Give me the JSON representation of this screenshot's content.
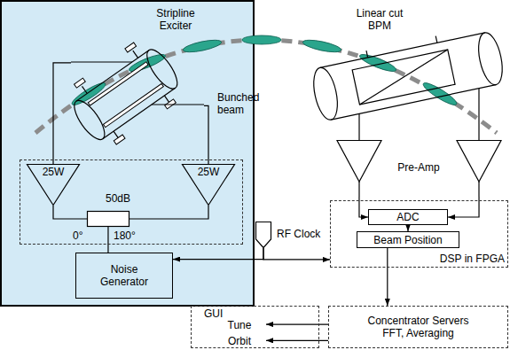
{
  "diagram": {
    "nodes": [
      {
        "text": [
          "Stripline Exciter"
        ]
      },
      {
        "text": [
          "Linear cut BPM"
        ]
      },
      {
        "text": [
          "50dB"
        ]
      },
      {
        "text": [
          "25W"
        ],
        "in": 2
      },
      {
        "text": [
          "25W"
        ],
        "in": 2
      },
      {
        "text": [
          "0°",
          "180°"
        ],
        "in": 2
      },
      {
        "text": [
          "Pre-Amp"
        ]
      },
      {
        "text": [
          "RF Clock"
        ]
      },
      {
        "text": [
          "DSP in FPGA"
        ]
      },
      {
        "text": [
          "ADC"
        ],
        "in": 8
      },
      {
        "text": [
          "Beam Position"
        ],
        "in": 8
      },
      {
        "text": [
          "Noise Generator"
        ]
      },
      {
        "text": [
          "GUI"
        ]
      },
      {
        "text": [
          "Tune"
        ],
        "in": 12
      },
      {
        "text": [
          "Orbit"
        ],
        "in": 12
      },
      {
        "text": [
          "Concentrator Servers",
          "FFT, Averaging"
        ]
      }
    ],
    "edges": [
      {
        "from": 11,
        "to": 5,
        "arrow": "none"
      },
      {
        "from": 5,
        "to": 3,
        "arrow": "none"
      },
      {
        "from": 5,
        "to": 4,
        "arrow": "none"
      },
      {
        "from": 3,
        "to": 0,
        "arrow": "none"
      },
      {
        "from": 4,
        "to": 0,
        "arrow": "none"
      },
      {
        "from": 1,
        "to": 6,
        "arrow": "none"
      },
      {
        "from": 1,
        "to": 6,
        "arrow": "none"
      },
      {
        "from": 6,
        "to": 9,
        "arrow": "to"
      },
      {
        "from": 6,
        "to": 9,
        "arrow": "to"
      },
      {
        "from": 9,
        "to": 10,
        "arrow": "to"
      },
      {
        "from": 10,
        "to": 15,
        "arrow": "to"
      },
      {
        "from": 15,
        "to": 13,
        "arrow": "to"
      },
      {
        "from": 15,
        "to": 14,
        "arrow": "to"
      },
      {
        "from": 7,
        "to": 11,
        "arrow": "to"
      },
      {
        "from": 7,
        "to": 8,
        "arrow": "to"
      }
    ],
    "labels": [
      "Bunched beam"
    ]
  }
}
